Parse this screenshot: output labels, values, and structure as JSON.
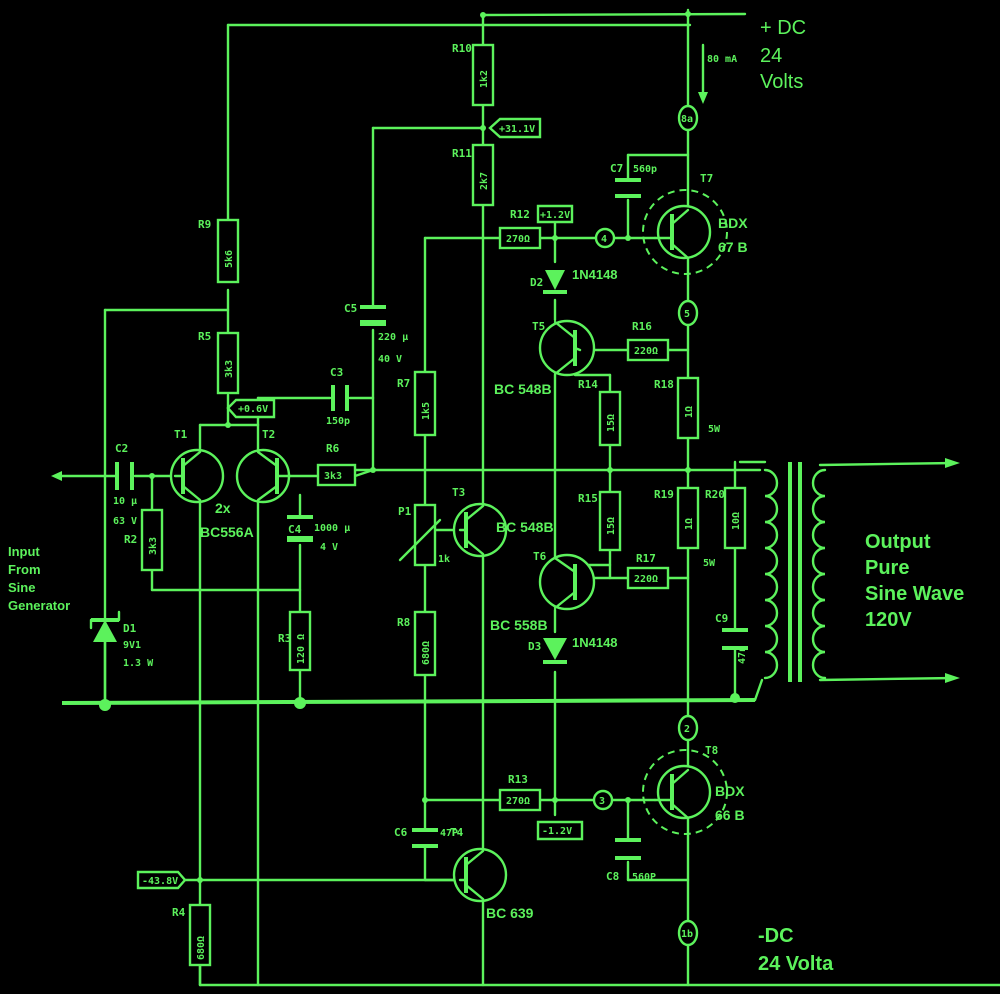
{
  "supply": {
    "pos_line1": "+ DC",
    "pos_line2": "24",
    "pos_line3": "Volts",
    "neg_line1": "-DC",
    "neg_line2": "24 Volta",
    "current": "80 mA"
  },
  "input": {
    "line1": "Input",
    "line2": "From",
    "line3": "Sine",
    "line4": "Generator"
  },
  "output": {
    "line1": "Output",
    "line2": "Pure",
    "line3": "Sine Wave",
    "line4": "120V"
  },
  "voltages": {
    "v1": "+31.1V",
    "v2": "+1.2V",
    "v3": "+0.6V",
    "v4": "-1.2V",
    "v5": "-43.8V"
  },
  "resistors": [
    {
      "ref": "R10",
      "value": "1k2"
    },
    {
      "ref": "R11",
      "value": "2k7"
    },
    {
      "ref": "R9",
      "value": "5k6"
    },
    {
      "ref": "R5",
      "value": "3k3"
    },
    {
      "ref": "R2",
      "value": "3k3"
    },
    {
      "ref": "R3",
      "value": "120 Ω"
    },
    {
      "ref": "R4",
      "value": "680Ω"
    },
    {
      "ref": "R6",
      "value": "3k3"
    },
    {
      "ref": "R7",
      "value": "1k5"
    },
    {
      "ref": "R8",
      "value": "680Ω"
    },
    {
      "ref": "R12",
      "value": "270Ω"
    },
    {
      "ref": "R13",
      "value": "270Ω"
    },
    {
      "ref": "R14",
      "value": "15Ω"
    },
    {
      "ref": "R15",
      "value": "15Ω"
    },
    {
      "ref": "R16",
      "value": "220Ω"
    },
    {
      "ref": "R17",
      "value": "220Ω"
    },
    {
      "ref": "R18",
      "value": "1Ω"
    },
    {
      "ref": "R19",
      "value": "1Ω"
    },
    {
      "ref": "R20",
      "value": "10Ω"
    }
  ],
  "capacitors": [
    {
      "ref": "C2",
      "value1": "10 µ",
      "value2": "63 V"
    },
    {
      "ref": "C3",
      "value1": "150p"
    },
    {
      "ref": "C4",
      "value1": "1000 µ",
      "value2": "4 V"
    },
    {
      "ref": "C5",
      "value1": "220 µ",
      "value2": "40 V"
    },
    {
      "ref": "C6",
      "value1": "47P"
    },
    {
      "ref": "C7",
      "value1": "560p"
    },
    {
      "ref": "C8",
      "value1": "560P"
    },
    {
      "ref": "C9",
      "value1": "47n"
    }
  ],
  "transistors": {
    "T1": "T1",
    "T2": "T2",
    "pair_line1": "2x",
    "pair_line2": "BC556A",
    "T3": "T3",
    "T3_type": "BC 548B",
    "T4": "T4",
    "T4_type": "BC 639",
    "T5": "T5",
    "T5_type": "BC 548B",
    "T6": "T6",
    "T6_type": "BC 558B",
    "T7": "T7",
    "T7_type1": "BDX",
    "T7_type2": "67 B",
    "T8": "T8",
    "T8_type1": "BDX",
    "T8_type2": "66 B"
  },
  "diodes": {
    "D1": "D1",
    "D1_v1": "9V1",
    "D1_v2": "1.3 W",
    "D2": "D2",
    "D2_type": "1N4148",
    "D3": "D3",
    "D3_type": "1N4148"
  },
  "pot": {
    "ref": "P1",
    "value": "1k"
  },
  "nodes": {
    "n2": "2",
    "n3": "3",
    "n4": "4",
    "n5": "5",
    "n8": "8a",
    "n1": "1b"
  },
  "power_rating": {
    "r18": "5W",
    "r19": "5W"
  }
}
